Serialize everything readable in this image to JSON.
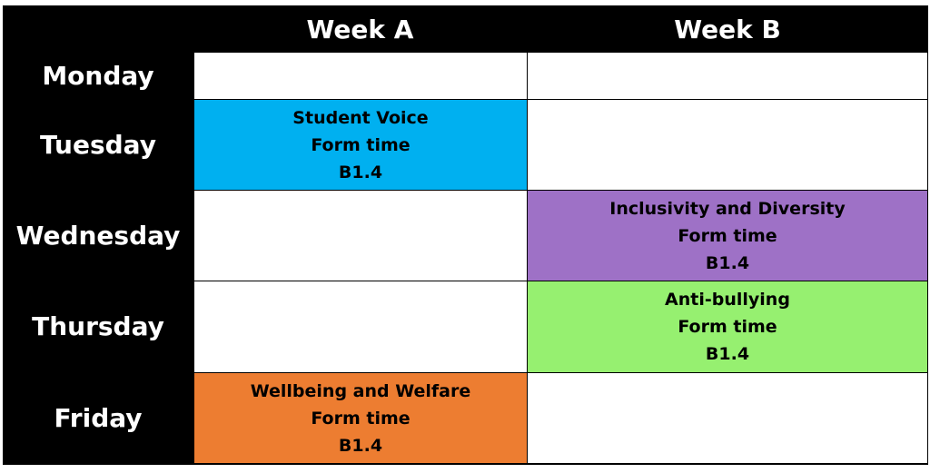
{
  "headers": {
    "week_a": "Week A",
    "week_b": "Week B"
  },
  "days": [
    "Monday",
    "Tuesday",
    "Wednesday",
    "Thursday",
    "Friday"
  ],
  "cells": {
    "tuesday_a": {
      "title": "Student Voice",
      "line2": "Form time",
      "room": "B1.4",
      "color": "#00b0f0"
    },
    "wednesday_b": {
      "title": "Inclusivity and Diversity",
      "line2": "Form time",
      "room": "B1.4",
      "color": "#9e71c6"
    },
    "thursday_b": {
      "title": "Anti-bullying",
      "line2": "Form time",
      "room": "B1.4",
      "color": "#96f070"
    },
    "friday_a": {
      "title": "Wellbeing and Welfare",
      "line2": "Form time",
      "room": "B1.4",
      "color": "#ed7d31"
    }
  }
}
